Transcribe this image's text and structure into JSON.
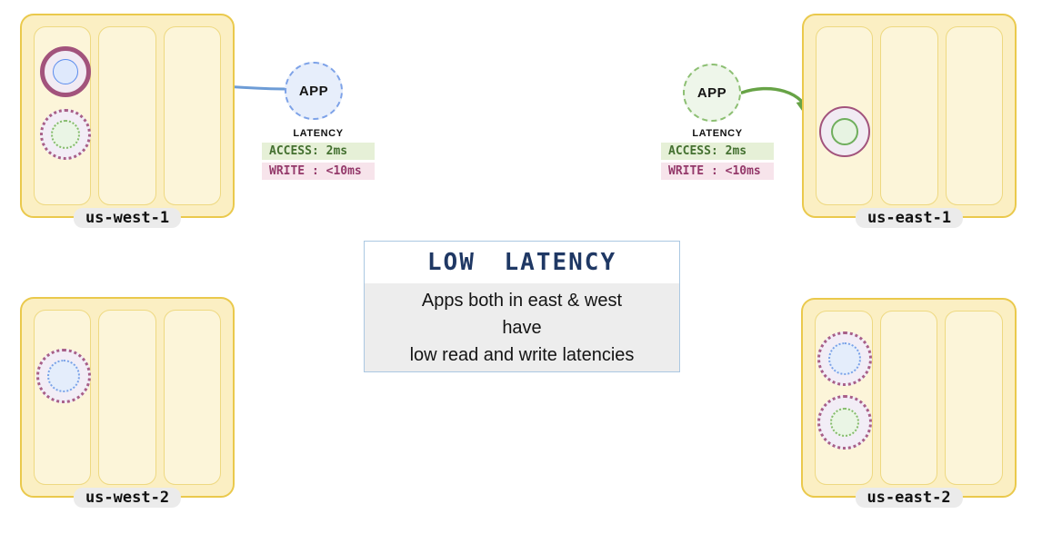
{
  "regions": [
    {
      "label": "us-west-1",
      "nodes": [
        "active-replica-blue",
        "standby-replica-green"
      ]
    },
    {
      "label": "us-east-1",
      "nodes": [
        "active-replica-green"
      ]
    },
    {
      "label": "us-west-2",
      "nodes": [
        "standby-replica-blue"
      ]
    },
    {
      "label": "us-east-2",
      "nodes": [
        "standby-replica-blue",
        "standby-replica-green"
      ]
    }
  ],
  "apps": [
    {
      "label": "APP",
      "side": "west"
    },
    {
      "label": "APP",
      "side": "east"
    }
  ],
  "latency_blocks": [
    {
      "title": "LATENCY",
      "access": "ACCESS: 2ms",
      "write": "WRITE : <10ms"
    },
    {
      "title": "LATENCY",
      "access": "ACCESS: 2ms",
      "write": "WRITE : <10ms"
    }
  ],
  "callout": {
    "title": "LOW LATENCY",
    "line1": "Apps both in east & west",
    "line2": "have",
    "line3": "low read and write latencies"
  },
  "colors": {
    "region_fill": "#fbefc3",
    "region_border": "#eac94c",
    "zone_fill": "#fcf5d9",
    "node_ring_maroon": "#a2537c",
    "node_blue": "#5b8ced",
    "node_green": "#6fae5c",
    "app_blue_border": "#7da2e8",
    "app_green_border": "#8cbf72",
    "arrow_blue": "#6d9cd6",
    "arrow_green": "#67a346",
    "access_bg": "#e6f0d7",
    "access_text": "#447030",
    "write_bg": "#f7e4eb",
    "write_text": "#94396a",
    "callout_border": "#abc8e2",
    "callout_title": "#1f3864",
    "callout_body_bg": "#ededed",
    "label_pill_bg": "#ebebeb"
  }
}
